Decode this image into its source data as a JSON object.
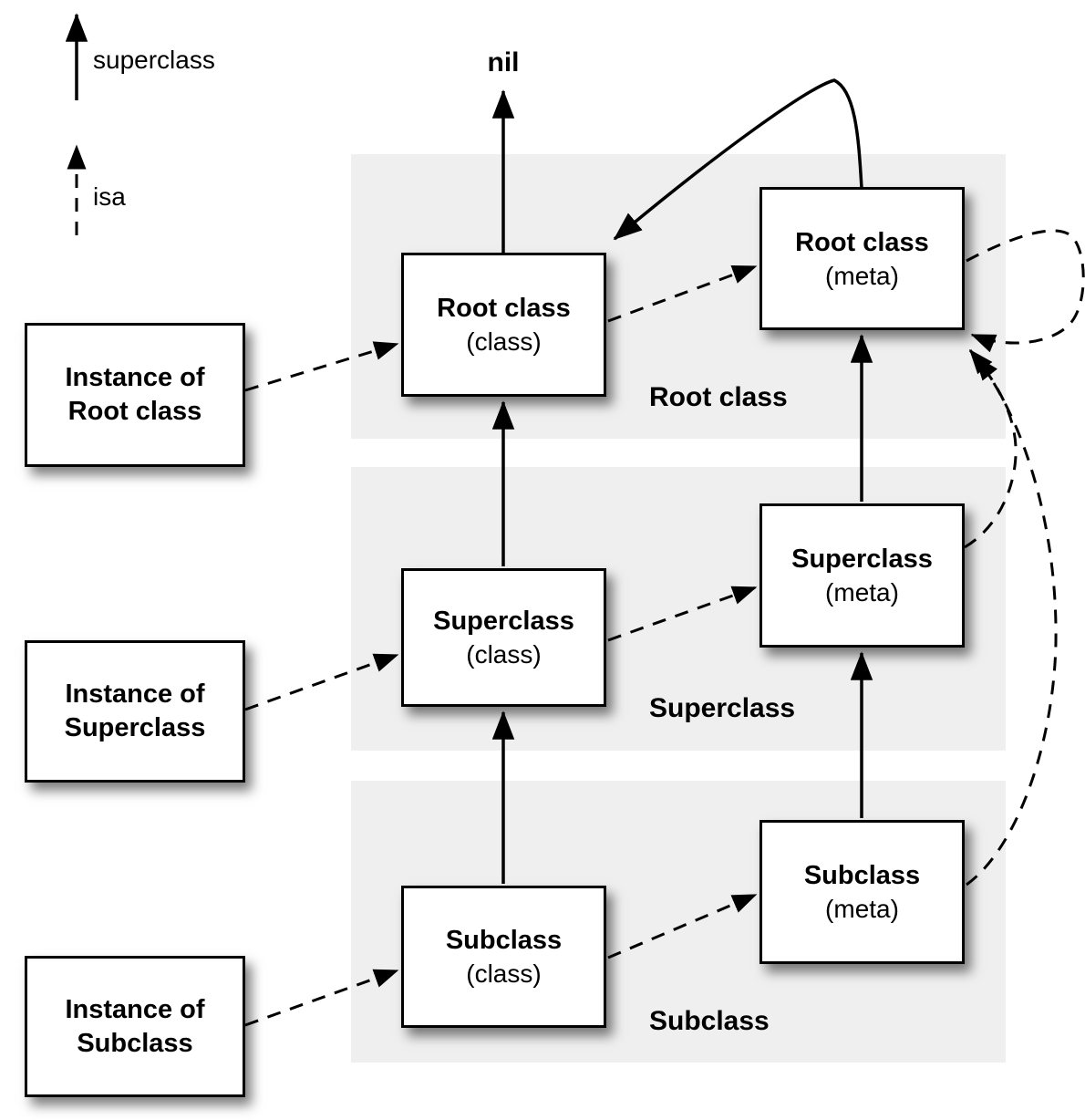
{
  "legend": {
    "superclass_label": "superclass",
    "isa_label": "isa"
  },
  "nil_label": "nil",
  "bands": {
    "root": {
      "label": "Root class"
    },
    "super": {
      "label": "Superclass"
    },
    "sub": {
      "label": "Subclass"
    }
  },
  "nodes": {
    "root_class": {
      "title": "Root class",
      "subtitle": "(class)"
    },
    "root_meta": {
      "title": "Root class",
      "subtitle": "(meta)"
    },
    "superclass_class": {
      "title": "Superclass",
      "subtitle": "(class)"
    },
    "superclass_meta": {
      "title": "Superclass",
      "subtitle": "(meta)"
    },
    "subclass_class": {
      "title": "Subclass",
      "subtitle": "(class)"
    },
    "subclass_meta": {
      "title": "Subclass",
      "subtitle": "(meta)"
    },
    "instance_root": {
      "line1": "Instance of",
      "line2": "Root class"
    },
    "instance_super": {
      "line1": "Instance of",
      "line2": "Superclass"
    },
    "instance_sub": {
      "line1": "Instance of",
      "line2": "Subclass"
    }
  },
  "relations": [
    {
      "type": "superclass",
      "from": "Root class (class)",
      "to": "nil"
    },
    {
      "type": "superclass",
      "from": "Superclass (class)",
      "to": "Root class (class)"
    },
    {
      "type": "superclass",
      "from": "Subclass (class)",
      "to": "Superclass (class)"
    },
    {
      "type": "superclass",
      "from": "Root class (meta)",
      "to": "Root class (class)"
    },
    {
      "type": "superclass",
      "from": "Superclass (meta)",
      "to": "Root class (meta)"
    },
    {
      "type": "superclass",
      "from": "Subclass (meta)",
      "to": "Superclass (meta)"
    },
    {
      "type": "isa",
      "from": "Instance of Root class",
      "to": "Root class (class)"
    },
    {
      "type": "isa",
      "from": "Instance of Superclass",
      "to": "Superclass (class)"
    },
    {
      "type": "isa",
      "from": "Instance of Subclass",
      "to": "Subclass (class)"
    },
    {
      "type": "isa",
      "from": "Root class (class)",
      "to": "Root class (meta)"
    },
    {
      "type": "isa",
      "from": "Superclass (class)",
      "to": "Superclass (meta)"
    },
    {
      "type": "isa",
      "from": "Subclass (class)",
      "to": "Subclass (meta)"
    },
    {
      "type": "isa",
      "from": "Root class (meta)",
      "to": "Root class (meta)"
    },
    {
      "type": "isa",
      "from": "Superclass (meta)",
      "to": "Root class (meta)"
    },
    {
      "type": "isa",
      "from": "Subclass (meta)",
      "to": "Root class (meta)"
    }
  ],
  "colors": {
    "band_background": "#efefef",
    "box_fill": "#ffffff",
    "stroke": "#000000"
  }
}
